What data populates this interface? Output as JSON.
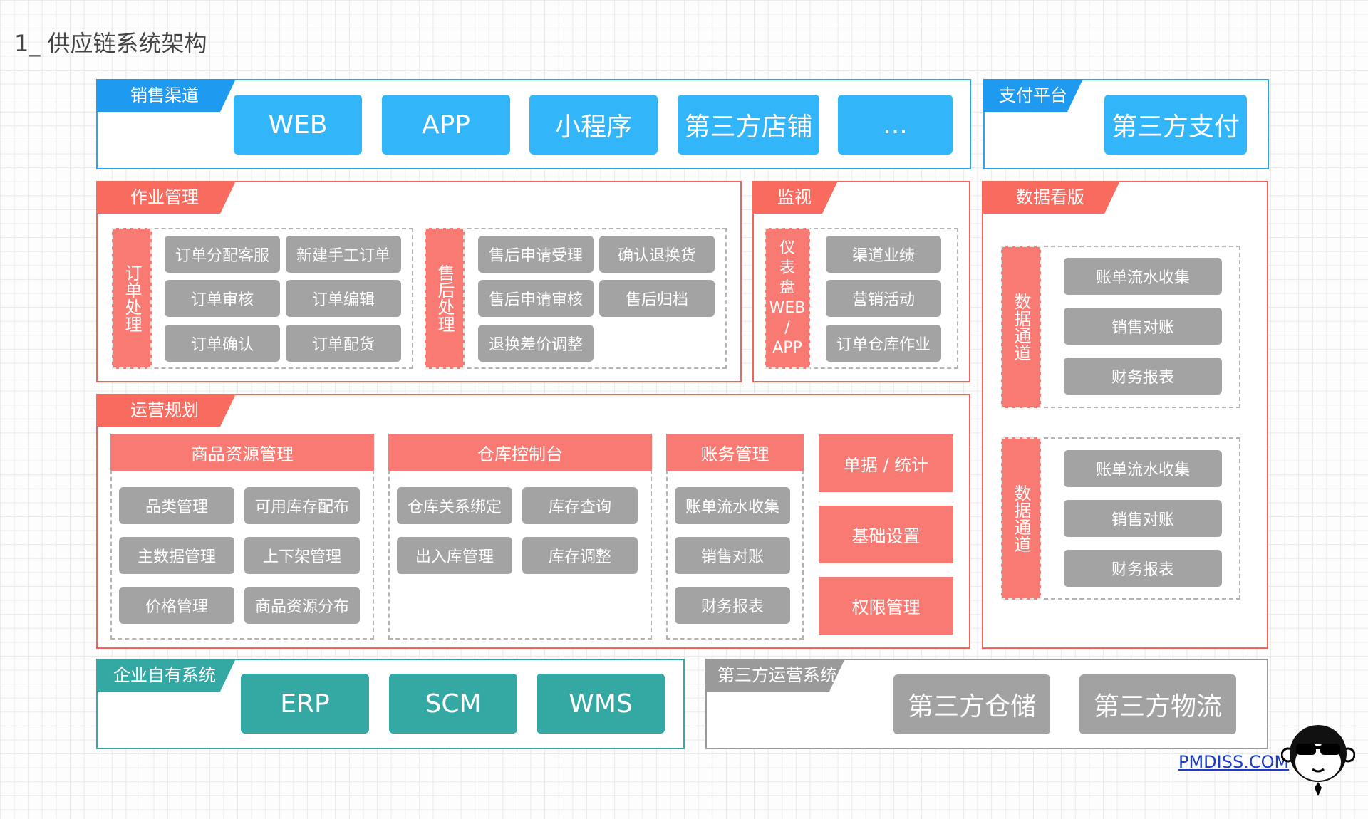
{
  "title": "1_ 供应链系统架构",
  "sales": {
    "tab": "销售渠道",
    "items": [
      "WEB",
      "APP",
      "小程序",
      "第三方店铺",
      "..."
    ]
  },
  "payment": {
    "tab": "支付平台",
    "item": "第三方支付"
  },
  "ops": {
    "tab": "作业管理",
    "order": {
      "label": "订单处理",
      "items": [
        "订单分配客服",
        "新建手工订单",
        "订单审核",
        "订单编辑",
        "订单确认",
        "订单配货"
      ]
    },
    "aftersale": {
      "label": "售后处理",
      "items": [
        "售后申请受理",
        "确认退换货",
        "售后申请审核",
        "售后归档",
        "退换差价调整"
      ]
    }
  },
  "monitor": {
    "tab": "监视",
    "label": [
      "仪",
      "表",
      "盘",
      "WEB",
      "/",
      "APP"
    ],
    "items": [
      "渠道业绩",
      "营销活动",
      "订单仓库作业"
    ]
  },
  "dashboard": {
    "tab": "数据看版",
    "groups": [
      {
        "label": "数据通道",
        "items": [
          "账单流水收集",
          "销售对账",
          "财务报表"
        ]
      },
      {
        "label": "数据通道",
        "items": [
          "账单流水收集",
          "销售对账",
          "财务报表"
        ]
      }
    ]
  },
  "planning": {
    "tab": "运营规划",
    "goods": {
      "title": "商品资源管理",
      "items": [
        "品类管理",
        "可用库存配布",
        "主数据管理",
        "上下架管理",
        "价格管理",
        "商品资源分布"
      ]
    },
    "warehouse": {
      "title": "仓库控制台",
      "items": [
        "仓库关系绑定",
        "库存查询",
        "出入库管理",
        "库存调整"
      ]
    },
    "finance": {
      "title": "账务管理",
      "items": [
        "账单流水收集",
        "销售对账",
        "财务报表"
      ]
    },
    "side": [
      "单据 / 统计",
      "基础设置",
      "权限管理"
    ]
  },
  "enterprise": {
    "tab": "企业自有系统",
    "items": [
      "ERP",
      "SCM",
      "WMS"
    ]
  },
  "thirdparty": {
    "tab": "第三方运营系统",
    "items": [
      "第三方仓储",
      "第三方物流"
    ]
  },
  "watermark": {
    "text": "PMDISS.COM"
  }
}
